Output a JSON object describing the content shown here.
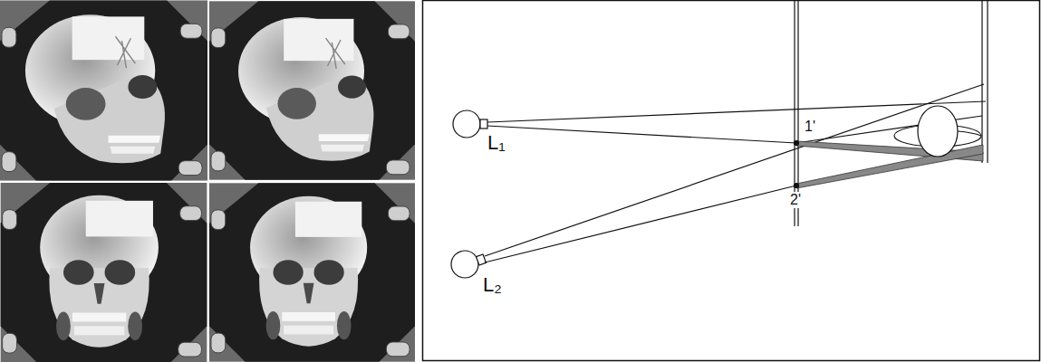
{
  "diagram": {
    "labels": [
      "L₁",
      "L₂",
      "1'",
      "2'"
    ]
  }
}
